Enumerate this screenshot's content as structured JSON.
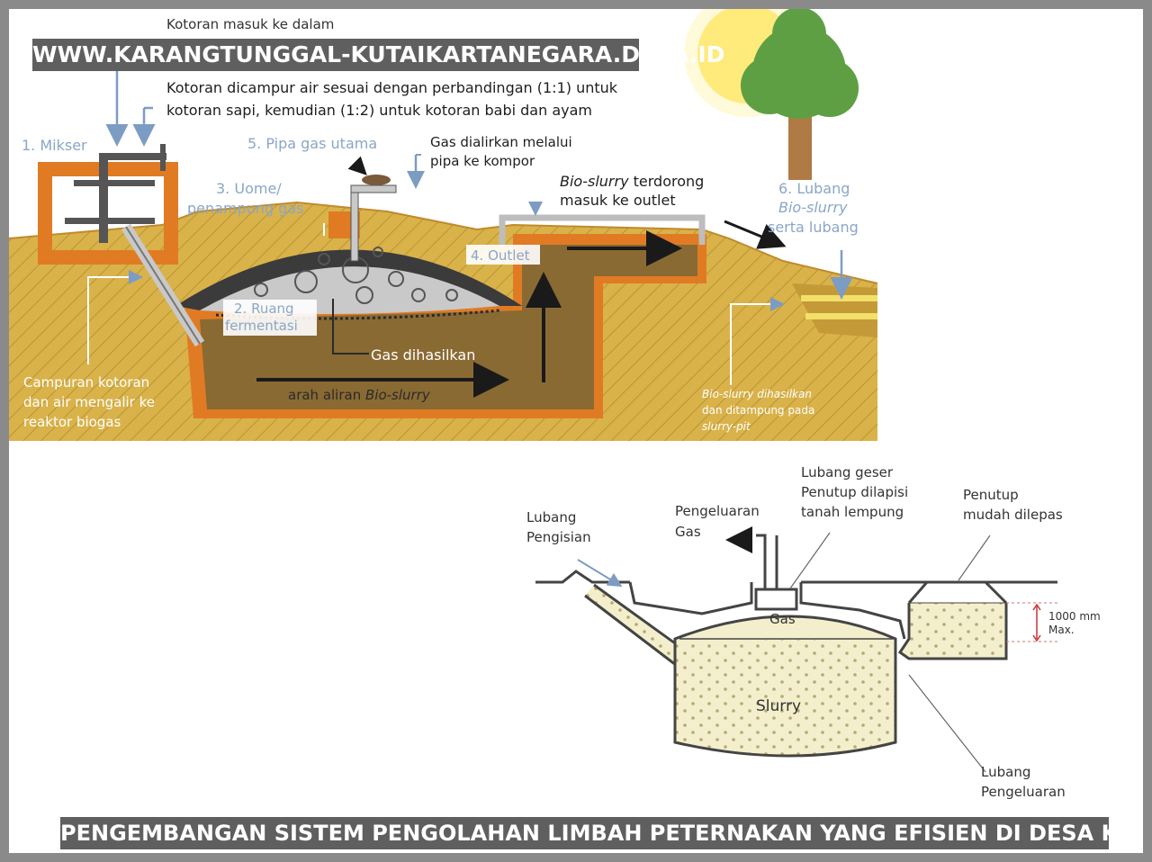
{
  "banner": {
    "website": "WWW.KARANGTUNGGAL-KUTAIKARTANEGARA.DESA.ID",
    "title": "PENGEMBANGAN SISTEM PENGOLAHAN LIMBAH PETERNAKAN YANG EFISIEN DI DESA KARANG TUNGGAL"
  },
  "top_diagram": {
    "intro_cut": "Kotoran masuk ke dalam",
    "mixing_note_1": "Kotoran dicampur air sesuai dengan perbandingan (1:1) untuk",
    "mixing_note_2": "kotoran sapi, kemudian (1:2) untuk kotoran babi dan ayam",
    "mixer": "1. Mikser",
    "main_pipe": "5. Pipa gas utama",
    "gas_flow_1": "Gas dialirkan melalui",
    "gas_flow_2": "pipa ke kompor",
    "dome_1": "3. Uome/",
    "dome_2": "penampung gas",
    "slurry_push_italic": "Bio-slurry",
    "slurry_push_rest": " terdorong",
    "slurry_push_2": "masuk ke outlet",
    "hole_1": "6. Lubang",
    "hole_2": "Bio-slurry",
    "hole_3": "serta lubang",
    "outlet": "4. Outlet",
    "fermentation_1": "2. Ruang",
    "fermentation_2": "fermentasi",
    "gas_produced": "Gas dihasilkan",
    "flow_prefix": "arah aliran ",
    "flow_italic": "Bio-slurry",
    "mix_flow_1": "Campuran kotoran",
    "mix_flow_2": "dan air mengalir ke",
    "mix_flow_3": "reaktor biogas",
    "pit_1": "Bio-slurry dihasilkan",
    "pit_2": "dan ditampung pada",
    "pit_3": "slurry-pit"
  },
  "bottom_diagram": {
    "inlet_1": "Lubang",
    "inlet_2": "Pengisian",
    "gas_out_1": "Pengeluaran",
    "gas_out_2": "Gas",
    "manhole_1": "Lubang geser",
    "manhole_2": "Penutup dilapisi",
    "manhole_3": "tanah lempung",
    "cover_1": "Penutup",
    "cover_2": "mudah dilepas",
    "max_1": "1000 mm",
    "max_2": "Max.",
    "gas": "Gas",
    "slurry": "Slurry",
    "outlet_1": "Lubang",
    "outlet_2": "Pengeluaran"
  },
  "colors": {
    "soil": "#d9b24a",
    "ground_hatch": "#b99535",
    "reactor_wall": "#e07b24",
    "slurry": "#8a6a33",
    "dome": "#3b3b3b",
    "gas_fill": "#c9c9c9",
    "tree": "#5e9f44",
    "label_blue": "#8aa6c8",
    "banner": "#5f5f5f"
  }
}
